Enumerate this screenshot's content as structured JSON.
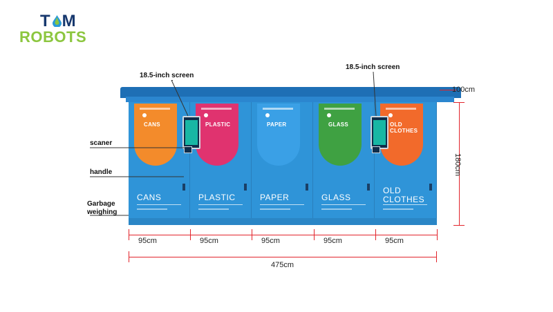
{
  "logo": {
    "top": "T",
    "middle": "M",
    "bottom": "ROBOTS",
    "colors": {
      "top": "#17386e",
      "bottom": "#8cc63f",
      "drop": "#2a9bd8"
    }
  },
  "callouts": {
    "screen_left": "18.5-inch screen",
    "screen_right": "18.5-inch screen",
    "scanner": "scaner",
    "handle": "handle",
    "weighing_line1": "Garbage",
    "weighing_line2": "weighing"
  },
  "units": [
    {
      "arch_label": "CANS",
      "name": "CANS",
      "color": "#f38b2b"
    },
    {
      "arch_label": "PLASTIC",
      "name": "PLASTIC",
      "color": "#e0336f"
    },
    {
      "arch_label": "PAPER",
      "name": "PAPER",
      "color": "#3aa0e6"
    },
    {
      "arch_label": "GLASS",
      "name": "GLASS",
      "color": "#3fa142"
    },
    {
      "arch_label": "OLD\nCLOTHES",
      "name": "OLD\nCLOTHES",
      "color": "#f26a2b"
    }
  ],
  "dimensions": {
    "unit_widths": [
      "95cm",
      "95cm",
      "95cm",
      "95cm",
      "95cm"
    ],
    "total_width": "475cm",
    "height": "180cm",
    "roof": "100cm"
  },
  "colors": {
    "cabinet": "#2f94d8",
    "roof": "#1e6fb5",
    "dimension": "#e2232a"
  }
}
